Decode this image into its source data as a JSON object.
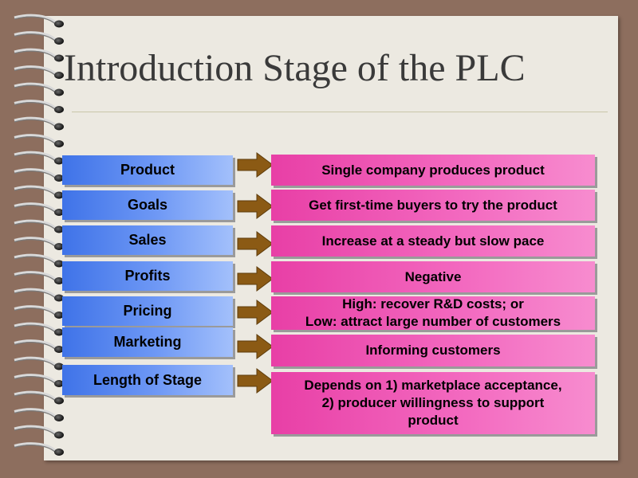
{
  "slide": {
    "title": "Introduction Stage of the PLC"
  },
  "rows": [
    {
      "label": "Product",
      "description": "Single company produces product"
    },
    {
      "label": "Goals",
      "description": "Get first-time buyers to try the product"
    },
    {
      "label": "Sales",
      "description": "Increase at a steady but slow pace"
    },
    {
      "label": "Profits",
      "description": "Negative"
    },
    {
      "label": "Pricing",
      "description": "High: recover R&D costs; or\nLow: attract large number of customers"
    },
    {
      "label": "Marketing",
      "description": "Informing customers"
    },
    {
      "label": "Length of Stage",
      "description": "Depends on 1) marketplace acceptance,\n2) producer willingness to support\nproduct"
    }
  ],
  "colors": {
    "background": "#8d6e5e",
    "page": "#ece9e1",
    "label_box": "#5a88f0",
    "description_box": "#ee5cb6",
    "arrow": "#8b5a14"
  }
}
